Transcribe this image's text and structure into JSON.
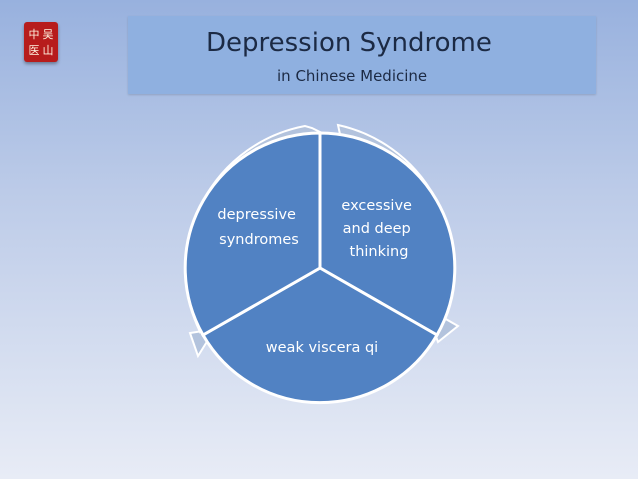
{
  "logo": {
    "text": "中吴医山"
  },
  "header": {
    "title": "Depression Syndrome",
    "subtitle": "in Chinese Medicine"
  },
  "cycle": {
    "segments": [
      {
        "lines": [
          "excessive",
          "and deep",
          "thinking"
        ]
      },
      {
        "lines": [
          "weak viscera qi"
        ]
      },
      {
        "lines": [
          "depressive",
          "syndromes"
        ]
      }
    ]
  },
  "colors": {
    "segment": "#5182c3",
    "ring": "#b2c2dc",
    "title_box": "#8fb0e0",
    "logo": "#b71c1c"
  }
}
